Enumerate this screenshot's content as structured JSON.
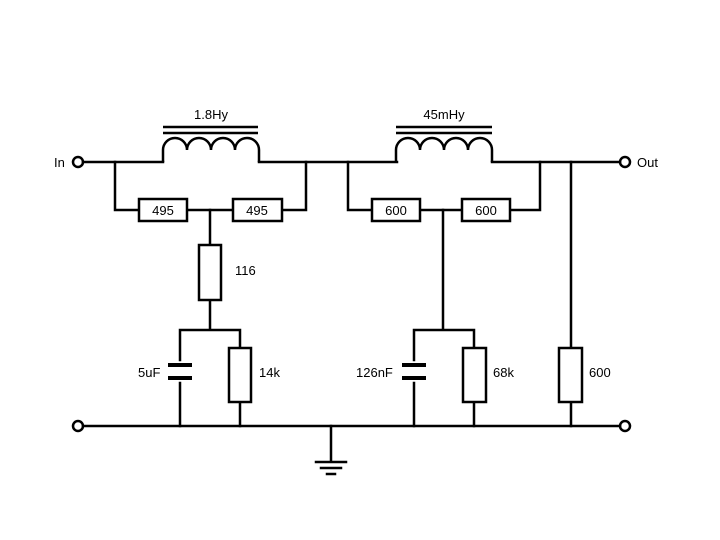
{
  "terminals": {
    "in": "In",
    "out": "Out"
  },
  "inductors": {
    "L1": "1.8Hy",
    "L2": "45mHy"
  },
  "resistors": {
    "R1a": "495",
    "R1b": "495",
    "R2": "116",
    "R3": "14k",
    "R4a": "600",
    "R4b": "600",
    "R5": "68k",
    "R6": "600"
  },
  "capacitors": {
    "C1": "5uF",
    "C2": "126nF"
  }
}
